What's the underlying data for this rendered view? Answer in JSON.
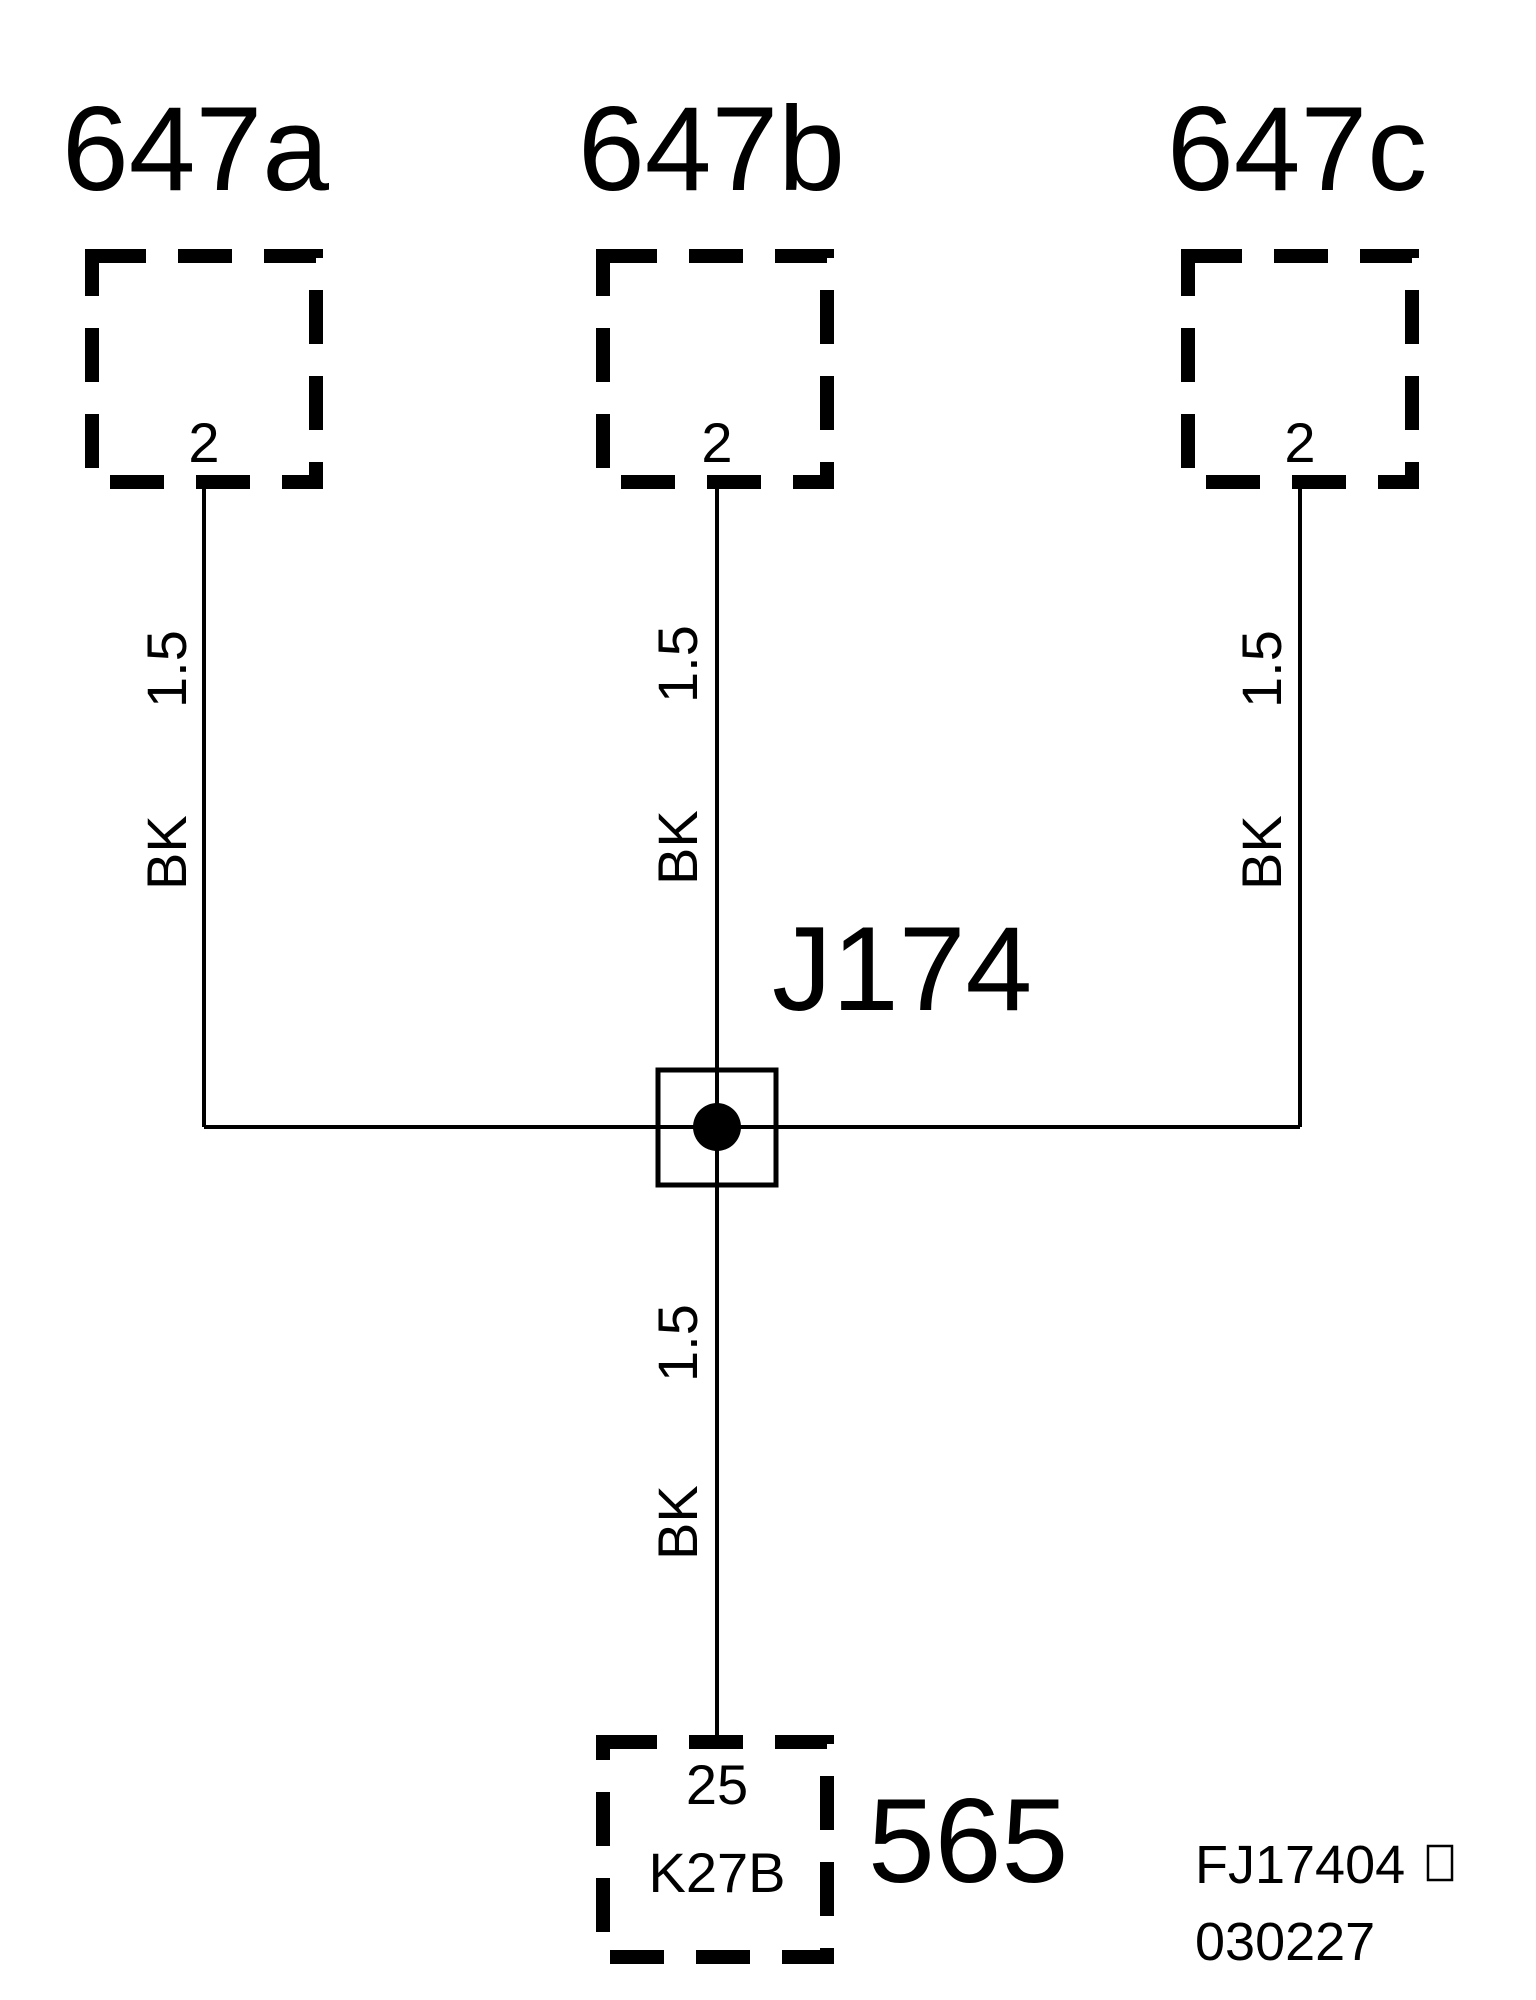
{
  "connectors": {
    "c647a": {
      "label": "647a",
      "pin": "2"
    },
    "c647b": {
      "label": "647b",
      "pin": "2"
    },
    "c647c": {
      "label": "647c",
      "pin": "2"
    },
    "c565": {
      "label": "565",
      "pin": "25",
      "code": "K27B"
    }
  },
  "splice": {
    "label": "J174"
  },
  "wires": {
    "w647a": {
      "color": "BK",
      "gauge": "1.5"
    },
    "w647b": {
      "color": "BK",
      "gauge": "1.5"
    },
    "w647c": {
      "color": "BK",
      "gauge": "1.5"
    },
    "w565": {
      "color": "BK",
      "gauge": "1.5"
    }
  },
  "figure_ref": {
    "code": "FJ17404",
    "date": "030227"
  }
}
